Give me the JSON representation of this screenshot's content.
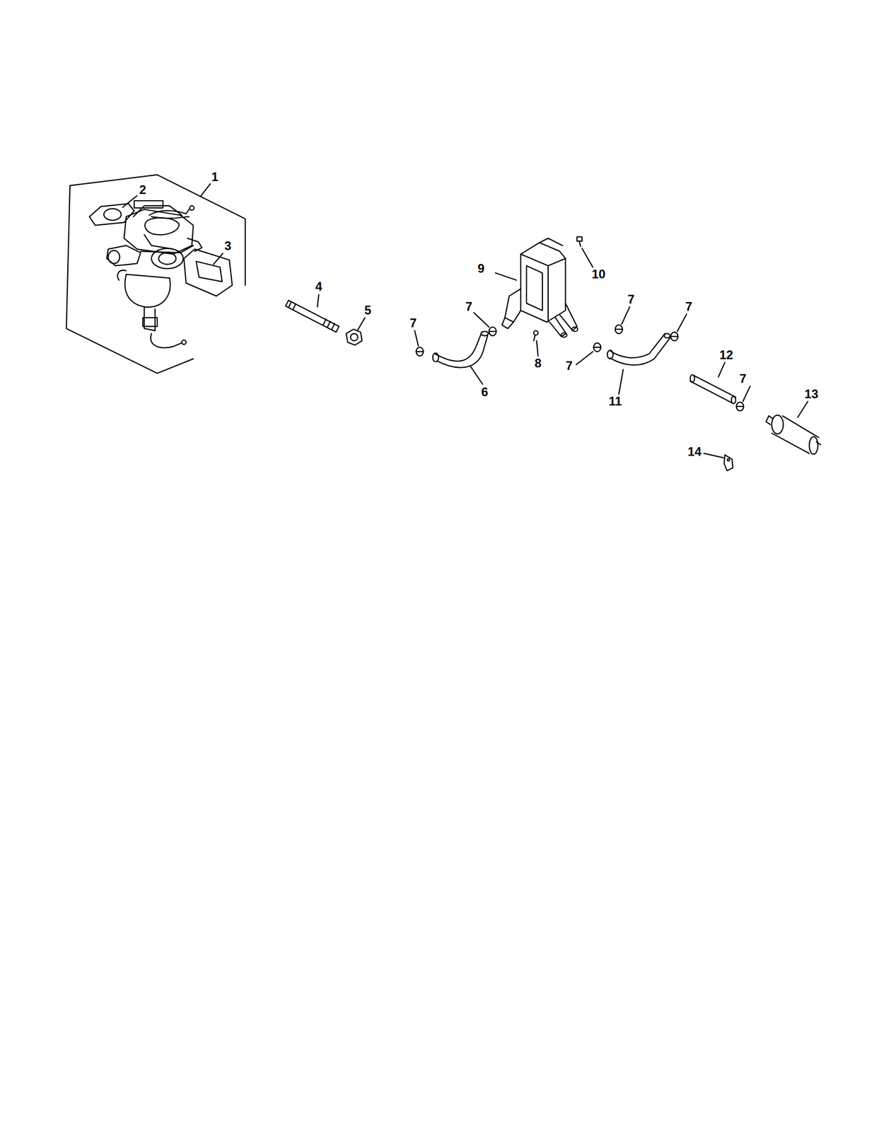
{
  "diagram": {
    "labels": [
      "1",
      "2",
      "3",
      "4",
      "5",
      "7",
      "7",
      "10",
      "9",
      "7",
      "7",
      "8",
      "7",
      "6",
      "11",
      "12",
      "7",
      "13",
      "14"
    ]
  }
}
